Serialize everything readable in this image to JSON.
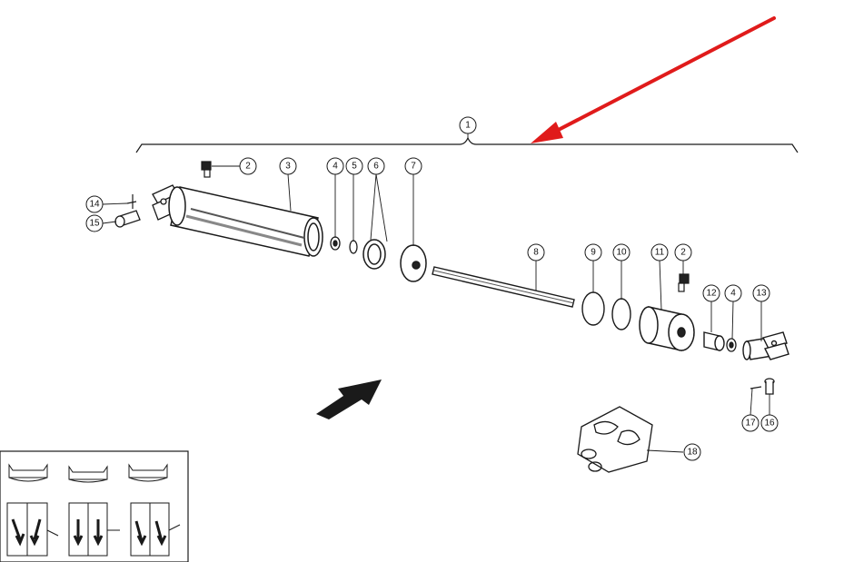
{
  "diagram": {
    "callouts": [
      {
        "id": "c1",
        "label": "1"
      },
      {
        "id": "c2a",
        "label": "2"
      },
      {
        "id": "c3",
        "label": "3"
      },
      {
        "id": "c4a",
        "label": "4"
      },
      {
        "id": "c5",
        "label": "5"
      },
      {
        "id": "c6",
        "label": "6"
      },
      {
        "id": "c7",
        "label": "7"
      },
      {
        "id": "c8",
        "label": "8"
      },
      {
        "id": "c9",
        "label": "9"
      },
      {
        "id": "c10",
        "label": "10"
      },
      {
        "id": "c11",
        "label": "11"
      },
      {
        "id": "c2b",
        "label": "2"
      },
      {
        "id": "c12",
        "label": "12"
      },
      {
        "id": "c4b",
        "label": "4"
      },
      {
        "id": "c13",
        "label": "13"
      },
      {
        "id": "c14",
        "label": "14"
      },
      {
        "id": "c15",
        "label": "15"
      },
      {
        "id": "c16",
        "label": "16"
      },
      {
        "id": "c17",
        "label": "17"
      },
      {
        "id": "c18",
        "label": "18"
      }
    ],
    "colors": {
      "ink": "#1a1a1a",
      "pointer_arrow": "#e01b1b",
      "background": "#ffffff"
    },
    "icons": [
      "red-pointer-arrow-icon",
      "direction-arrow-icon",
      "mounting-orientation-inset"
    ]
  }
}
